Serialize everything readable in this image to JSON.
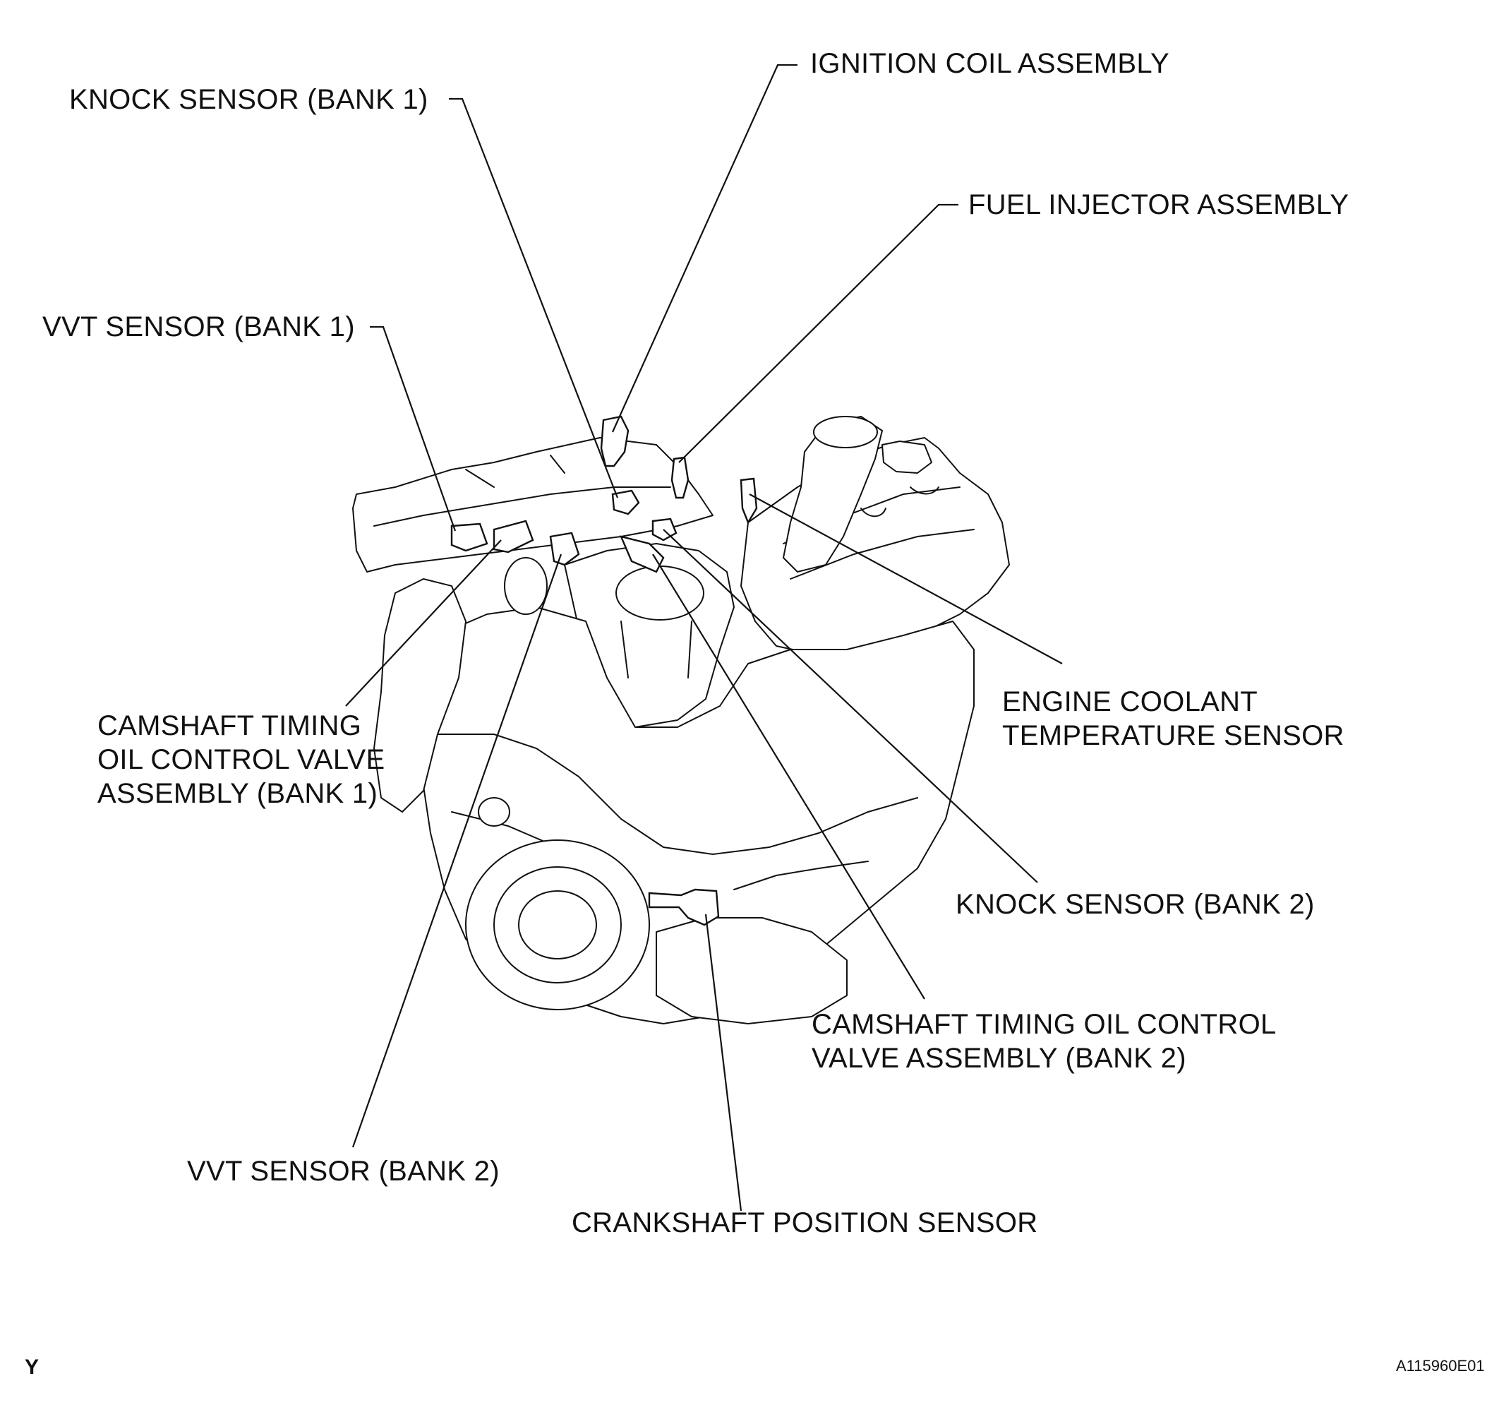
{
  "labels": {
    "knock_sensor_bank1": "KNOCK SENSOR (BANK 1)",
    "ignition_coil": "IGNITION COIL ASSEMBLY",
    "fuel_injector": "FUEL INJECTOR ASSEMBLY",
    "vvt_sensor_bank1": "VVT SENSOR (BANK 1)",
    "ocv_bank1": "CAMSHAFT TIMING\nOIL CONTROL VALVE\nASSEMBLY (BANK 1)",
    "coolant_temp_sensor": "ENGINE COOLANT\nTEMPERATURE SENSOR",
    "knock_sensor_bank2": "KNOCK SENSOR (BANK 2)",
    "ocv_bank2": "CAMSHAFT TIMING OIL CONTROL\nVALVE ASSEMBLY (BANK 2)",
    "vvt_sensor_bank2": "VVT SENSOR (BANK 2)",
    "crankshaft_sensor": "CRANKSHAFT POSITION SENSOR"
  },
  "corner_mark": "Y",
  "figure_code": "A115960E01",
  "colors": {
    "line": "#111111",
    "background": "#ffffff"
  }
}
